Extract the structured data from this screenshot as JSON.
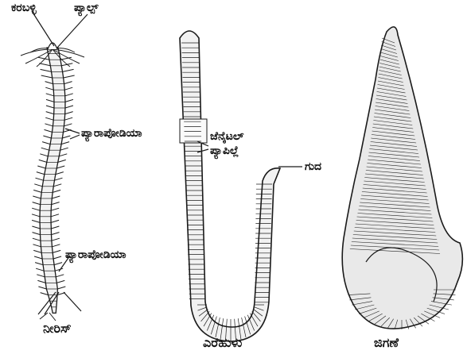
{
  "labels": {
    "karaballi": "ಕರಬಳ್ಳಿ",
    "palp": "ಪ್ಯಾಲ್ಪ್",
    "parapodia_upper": "ಪ್ಯಾರಾಪೋಡಿಯಾ",
    "parapodia_lower": "ಪ್ಯಾರಾಪೋಡಿಯಾ",
    "genital_line1": "ಜೆನೈಟಲ್",
    "genital_line2": "ಪ್ಯಾಪಿಲ್ಲೆ",
    "anus": "ಗುದ"
  },
  "captions": {
    "nereis": "ನೀರಿಸ್",
    "earthworm": "ಎರೆಹುಳು",
    "leech": "ಜಿಗಣೆ"
  },
  "colors": {
    "ink": "#1a1a1a",
    "body_fill": "#f2f2f2",
    "leech_fill": "#e9e9e9"
  }
}
